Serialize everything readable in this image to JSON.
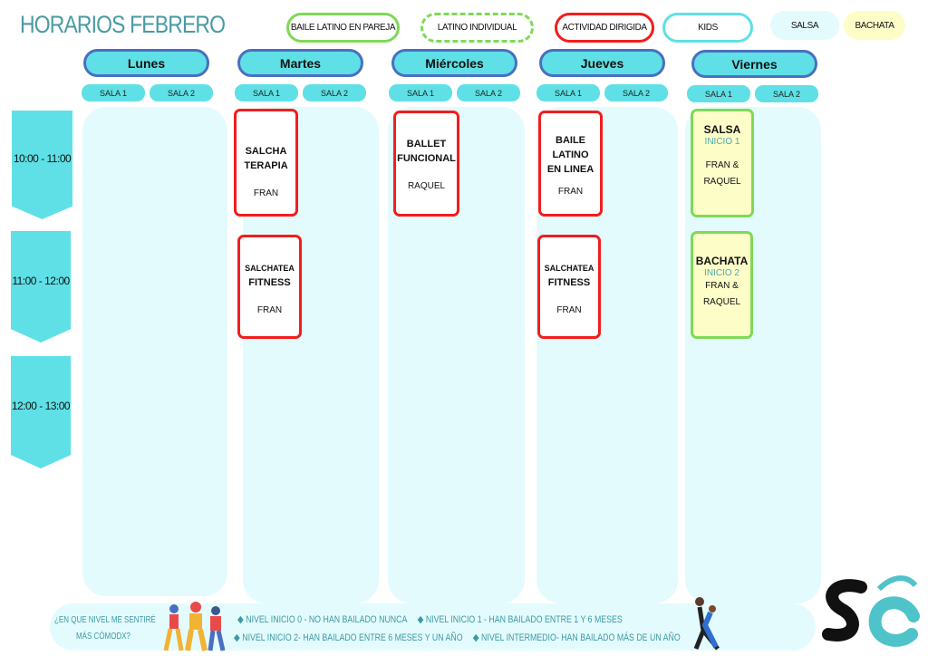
{
  "title": "HORARIOS FEBRERO",
  "legend": [
    {
      "label": "BAILE LATINO  EN PAREJA",
      "style": "solid",
      "color": "#7ed957"
    },
    {
      "label": "LATINO INDIVIDUAL",
      "style": "dashed",
      "color": "#7ed957"
    },
    {
      "label": "ACTIVIDAD DIRIGIDA",
      "style": "solid",
      "color": "#f21d1d"
    },
    {
      "label": "KIDS",
      "style": "solid",
      "color": "#5ee0e6"
    },
    {
      "label": "SALSA",
      "fill": "#e4fbfd"
    },
    {
      "label": "BACHATA",
      "fill": "#fdfdc8"
    }
  ],
  "days": [
    "Lunes",
    "Martes",
    "Miércoles",
    "Jueves",
    "Viernes"
  ],
  "sala": [
    "SALA 1",
    "SALA 2"
  ],
  "times": [
    "10:00 - 11:00",
    "11:00 - 12:00",
    "12:00 - 13:00"
  ],
  "classes": {
    "mar1": {
      "name1": "SALCHA",
      "name2": "TERAPIA",
      "teacher": "FRAN"
    },
    "mar2": {
      "name1": "SALCHATEA",
      "name2": "FITNESS",
      "teacher": "FRAN"
    },
    "mie1": {
      "name1": "BALLET",
      "name2": "FUNCIONAL",
      "teacher": "RAQUEL"
    },
    "jue1": {
      "name1": "BAILE",
      "name2": "LATINO",
      "name3": "EN LINEA",
      "teacher": "FRAN"
    },
    "jue2": {
      "name1": "SALCHATEA",
      "name2": "FITNESS",
      "teacher": "FRAN"
    },
    "vie1": {
      "name1": "SALSA",
      "level": "INICIO 1",
      "teacher1": "FRAN &",
      "teacher2": "RAQUEL"
    },
    "vie2": {
      "name1": "BACHATA",
      "level": "INICIO 2",
      "teacher1": "FRAN &",
      "teacher2": "RAQUEL"
    }
  },
  "footer": {
    "question1": "¿EN QUE NIVEL ME SENTIRÉ",
    "question2": "MÁS CÓMODX?",
    "levels": [
      "NIVEL INICIO 0 - NO HAN BAILADO NUNCA",
      "NIVEL INICIO 1 - HAN BAILADO ENTRE 1 Y 6 MESES",
      "NIVEL INICIO  2- HAN BAILADO ENTRE 6 MESES Y UN AÑO",
      "NIVEL INTERMEDIO- HAN BAILADO MÁS DE UN AÑO"
    ],
    "bullet": "◆"
  }
}
